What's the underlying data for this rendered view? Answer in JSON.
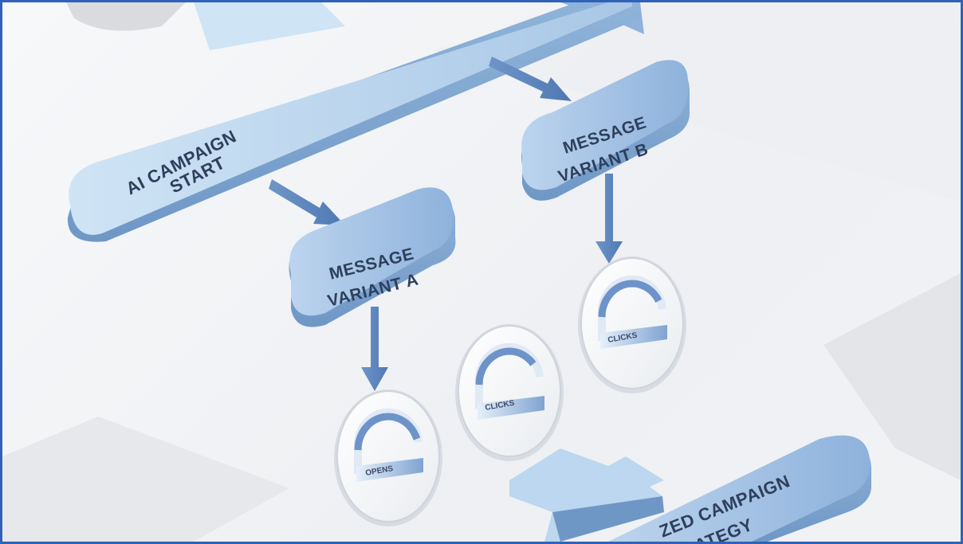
{
  "nodes": {
    "start": {
      "line1": "AI CAMPAIGN",
      "line2": "START"
    },
    "variant_a": {
      "line1": "MESSAGE",
      "line2": "VARIANT A"
    },
    "variant_b": {
      "line1": "MESSAGE",
      "line2": "VARIANT B"
    },
    "strategy": {
      "line1": "ZED CAMPAIGN",
      "line2": "ATEGY"
    }
  },
  "metrics": {
    "a_opens": {
      "label": "OPENS",
      "progress": 0.85
    },
    "a_clicks": {
      "label": "CLICKS",
      "progress": 0.75
    },
    "b_clicks": {
      "label": "CLICKS",
      "progress": 0.8
    }
  },
  "colors": {
    "frame": "#2f62b8",
    "node_top": "#c9def2",
    "node_side": "#8fb3d8",
    "arrow": "#5c85bf",
    "gauge_track": "#dfe8f3",
    "gauge_fill": "#6d93c9"
  }
}
